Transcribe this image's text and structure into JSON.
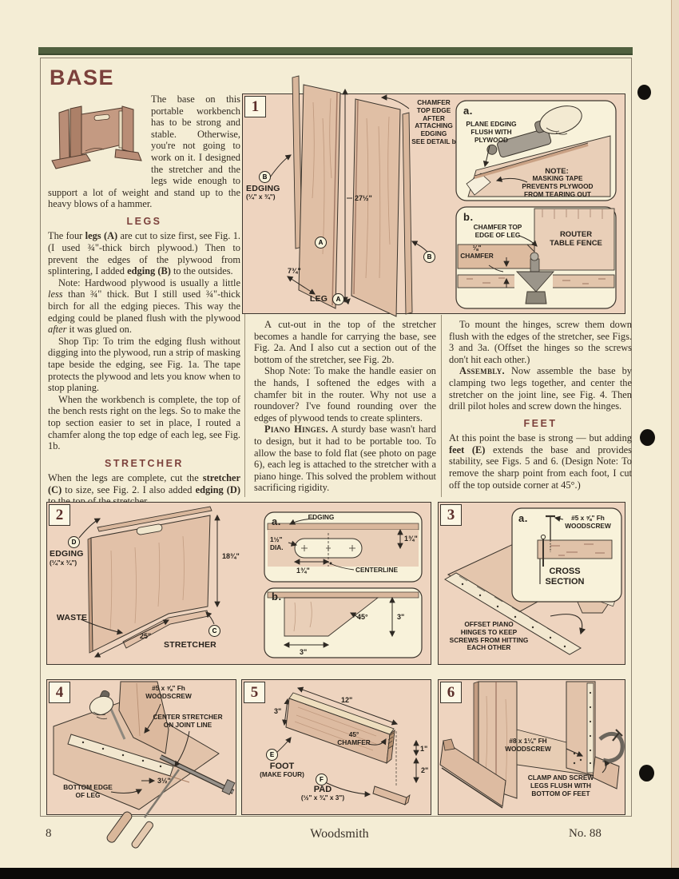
{
  "palette": {
    "page_bg": "#f4edd5",
    "figure_bg": "#eed4bf",
    "panel_cream": "#f8f2da",
    "wood_light": "#e7cdb4",
    "wood_mid": "#ddbba1",
    "wood_dark": "#c8a285",
    "accent_maroon": "#7c413c",
    "bar_green": "#50603f",
    "ink": "#27221c"
  },
  "article": {
    "title": "BASE",
    "intro": [
      {
        "t": "The base on this portable workbench has to be strong and stable. Otherwise, you're not going to work on it. I designed the stretcher and the legs wide enough to support a lot of weight and stand up to the heavy blows of a hammer."
      }
    ],
    "legs": {
      "heading": "LEGS",
      "p1": [
        {
          "t": "The four "
        },
        {
          "t": "legs (A)",
          "s": "b"
        },
        {
          "t": " are cut to size first, see Fig. 1. (I used ¾\"-thick birch plywood.) Then to prevent the edges of the plywood from splintering, I added "
        },
        {
          "t": "edging (B)",
          "s": "b"
        },
        {
          "t": " to the outsides."
        }
      ],
      "p2": [
        {
          "t": "Note: Hardwood plywood is usually a little "
        },
        {
          "t": "less",
          "s": "i"
        },
        {
          "t": " than ¾\" thick. But I still used ¾\"-thick birch for all the edging pieces. This way the edging could be planed flush with the plywood "
        },
        {
          "t": "after",
          "s": "i"
        },
        {
          "t": " it was glued on."
        }
      ],
      "p3": [
        {
          "t": "Shop Tip: To trim the edging flush without digging into the plywood, run a strip of masking tape beside the edging, see Fig. 1a. The tape protects the plywood and lets you know when to stop planing."
        }
      ],
      "p4": [
        {
          "t": "When the workbench is complete, the top of the bench rests right on the legs. So to make the top section easier to set in place, I routed a chamfer along the top edge of each leg,  see Fig. 1b."
        }
      ]
    },
    "stretcher": {
      "heading": "STRETCHER",
      "p1": [
        {
          "t": "When the legs are complete, cut the "
        },
        {
          "t": "stretcher (C)",
          "s": "b"
        },
        {
          "t": " to size, see Fig. 2. I also added "
        },
        {
          "t": "edging (D)",
          "s": "b"
        },
        {
          "t": " to the top of the stretcher."
        }
      ]
    },
    "col2": {
      "p1": [
        {
          "t": "A cut-out in the top of the stretcher becomes a handle for carrying the base, see Fig. 2a. And I also cut a section out of the bottom of the stretcher, see Fig. 2b."
        }
      ],
      "p2": [
        {
          "t": "Shop Note: To make the handle easier on the hands, I softened the edges with a chamfer bit in the router. Why not use a roundover? I've found rounding over the edges of plywood tends to create splinters."
        }
      ],
      "p3": [
        {
          "t": "Piano Hinges.",
          "s": "sc"
        },
        {
          "t": " A sturdy base wasn't hard to design, but it had to be portable too. To allow the base to fold flat (see photo on page 6), each leg is attached to the stretcher with a piano hinge. This solved the problem without sacrificing rigidity."
        }
      ]
    },
    "col3": {
      "p1": [
        {
          "t": "To mount the hinges, screw them down flush with the edges of the stretcher, see Figs. 3 and 3a. (Offset the hinges so the screws don't hit each other.)"
        }
      ],
      "p2": [
        {
          "t": "Assembly.",
          "s": "sc"
        },
        {
          "t": " Now assemble the base by clamping two legs together, and center the stretcher on the joint line, see Fig. 4. Then drill pilot holes and screw down the hinges."
        }
      ]
    },
    "feet": {
      "heading": "FEET",
      "p1": [
        {
          "t": "At this point the base is strong — but adding "
        },
        {
          "t": "feet (E)",
          "s": "b"
        },
        {
          "t": " extends the base and provides stability, see Figs. 5 and 6. (Design Note: To remove the sharp point from each foot, I cut off the top outside corner at 45°.)"
        }
      ]
    }
  },
  "figures": {
    "fig1": {
      "number": "1",
      "letter_a": "A",
      "letter_b": "B",
      "edging_name": "EDGING",
      "edging_size": "(¼\" x ¾\")",
      "chamfer_note": [
        "CHAMFER",
        "TOP EDGE",
        "AFTER",
        "ATTACHING",
        "EDGING",
        "SEE DETAIL b"
      ],
      "dim_height": "27½\"",
      "dim_depth": "7¾\"",
      "leg_name": "LEG",
      "detail_a": {
        "tag": "a.",
        "plane_note": [
          "PLANE EDGING",
          "FLUSH WITH",
          "PLYWOOD"
        ],
        "note_title": "NOTE:",
        "note_body": [
          "MASKING TAPE",
          "PREVENTS PLYWOOD",
          "FROM TEARING OUT"
        ]
      },
      "detail_b": {
        "tag": "b.",
        "chamfer_note": [
          "CHAMFER TOP",
          "EDGE OF LEG"
        ],
        "fence": [
          "ROUTER",
          "TABLE FENCE"
        ],
        "chamfer_size": [
          "⅛\"",
          "CHAMFER"
        ]
      }
    },
    "fig2": {
      "number": "2",
      "letter_c": "C",
      "letter_d": "D",
      "edging_name": "EDGING",
      "edging_size": "(¼\"x ¾\")",
      "dim_height": "18¾\"",
      "dim_width": "25\"",
      "waste": "WASTE",
      "stretcher": "STRETCHER",
      "detail_a": {
        "tag": "a.",
        "edging": "EDGING",
        "dia": [
          "1½\"",
          "DIA."
        ],
        "dim_top": "1¾\"",
        "dim_bottom": "1¾\"",
        "centerline": "CENTERLINE"
      },
      "detail_b": {
        "tag": "b.",
        "angle": "45°",
        "dim_right": "3\"",
        "dim_bottom": "3\""
      }
    },
    "fig3": {
      "number": "3",
      "offset_note": [
        "OFFSET PIANO",
        "HINGES TO KEEP",
        "SCREWS FROM HITTING",
        "EACH OTHER"
      ],
      "detail_a": {
        "tag": "a.",
        "screw": [
          "#5 x ⅝\" Fh",
          "WOODSCREW"
        ],
        "cross_section": [
          "CROSS",
          "SECTION"
        ]
      }
    },
    "fig4": {
      "number": "4",
      "screw": [
        "#5 x ⅝\" Fh",
        "WOODSCREW"
      ],
      "center_note": [
        "CENTER STRETCHER",
        "ON JOINT LINE"
      ],
      "dim": "3½\"",
      "bottom_note": [
        "BOTTOM EDGE",
        "OF LEG"
      ]
    },
    "fig5": {
      "number": "5",
      "dim_length": "12\"",
      "dim_height": "3\"",
      "chamfer": [
        "45°",
        "CHAMFER"
      ],
      "dim_one": "1\"",
      "dim_two": "2\"",
      "letter_e": "E",
      "letter_f": "F",
      "foot_name": "FOOT",
      "foot_qty": "(MAKE FOUR)",
      "pad_name": "PAD",
      "pad_size": "(½\" x ¾\" x 3\")"
    },
    "fig6": {
      "number": "6",
      "screw": [
        "#8 x 1¼\" FH",
        "WOODSCREW"
      ],
      "clamp_note": [
        "CLAMP AND SCREW",
        "LEGS FLUSH WITH",
        "BOTTOM OF FEET"
      ]
    }
  },
  "footer": {
    "page_number": "8",
    "magazine": "Woodsmith",
    "issue": "No. 88"
  }
}
